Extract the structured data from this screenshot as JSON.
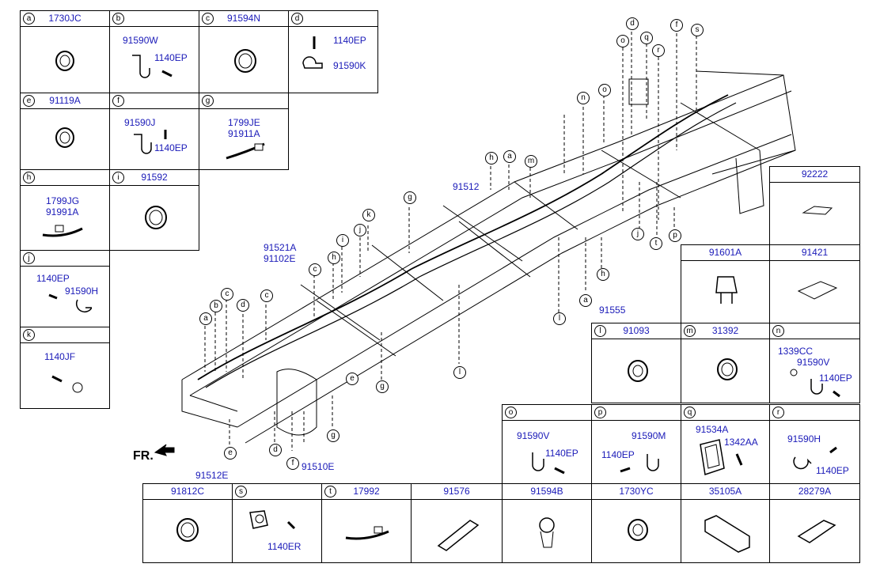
{
  "cells": [
    {
      "letter": "a",
      "code": "1730JC",
      "parts": []
    },
    {
      "letter": "b",
      "code": "",
      "parts": [
        "91590W",
        "1140EP"
      ]
    },
    {
      "letter": "c",
      "code": "91594N",
      "parts": []
    },
    {
      "letter": "d",
      "code": "",
      "parts": [
        "1140EP",
        "91590K"
      ]
    },
    {
      "letter": "e",
      "code": "91119A",
      "parts": []
    },
    {
      "letter": "f",
      "code": "",
      "parts": [
        "91590J",
        "1140EP"
      ]
    },
    {
      "letter": "g",
      "code": "",
      "parts": [
        "1799JE",
        "91911A"
      ]
    },
    {
      "letter": "h",
      "code": "",
      "parts": [
        "1799JG",
        "91991A"
      ]
    },
    {
      "letter": "i",
      "code": "91592",
      "parts": []
    },
    {
      "letter": "j",
      "code": "",
      "parts": [
        "1140EP",
        "91590H"
      ]
    },
    {
      "letter": "k",
      "code": "",
      "parts": [
        "1140JF"
      ]
    },
    {
      "letter": "",
      "code": "92222",
      "parts": []
    },
    {
      "letter": "",
      "code": "91601A",
      "parts": []
    },
    {
      "letter": "",
      "code": "91421",
      "parts": []
    },
    {
      "letter": "l",
      "code": "91093",
      "parts": []
    },
    {
      "letter": "m",
      "code": "31392",
      "parts": []
    },
    {
      "letter": "n",
      "code": "",
      "parts": [
        "1339CC",
        "91590V",
        "1140EP"
      ]
    },
    {
      "letter": "o",
      "code": "",
      "parts": [
        "91590V",
        "1140EP"
      ]
    },
    {
      "letter": "p",
      "code": "",
      "parts": [
        "91590M",
        "1140EP"
      ]
    },
    {
      "letter": "q",
      "code": "",
      "parts": [
        "91534A",
        "1342AA"
      ]
    },
    {
      "letter": "r",
      "code": "",
      "parts": [
        "91590H",
        "1140EP"
      ]
    },
    {
      "letter": "",
      "code": "91812C",
      "parts": []
    },
    {
      "letter": "s",
      "code": "",
      "parts": [
        "1140ER"
      ]
    },
    {
      "letter": "t",
      "code": "17992",
      "parts": []
    },
    {
      "letter": "",
      "code": "91576",
      "parts": []
    },
    {
      "letter": "",
      "code": "91594B",
      "parts": []
    },
    {
      "letter": "",
      "code": "1730YC",
      "parts": []
    },
    {
      "letter": "",
      "code": "35105A",
      "parts": []
    },
    {
      "letter": "",
      "code": "28279A",
      "parts": []
    }
  ],
  "main_labels": [
    "91512",
    "91521A",
    "91102E",
    "91555",
    "91512E",
    "91510E"
  ],
  "fr_label": "FR.",
  "callouts": [
    "d",
    "o",
    "q",
    "f",
    "r",
    "s",
    "n",
    "o",
    "h",
    "a",
    "m",
    "g",
    "k",
    "i",
    "j",
    "c",
    "h",
    "c",
    "b",
    "a",
    "c",
    "d",
    "e",
    "g",
    "f",
    "d",
    "e",
    "g",
    "j",
    "t",
    "p",
    "a",
    "h",
    "l",
    "l"
  ]
}
